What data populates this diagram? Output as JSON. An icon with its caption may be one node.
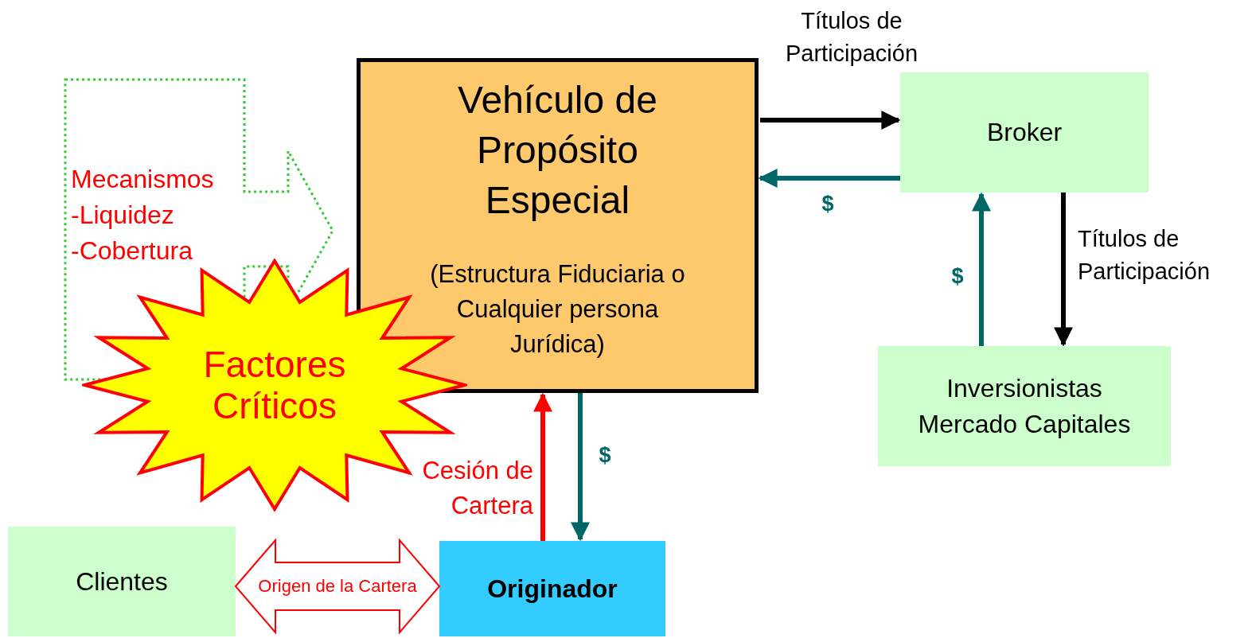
{
  "diagram": {
    "nodes": [
      {
        "text": [
          "Vehículo de Propósito Especial",
          "(Estructura Fiduciaria o Cualquier persona Jurídica)"
        ]
      },
      {
        "text": [
          "Broker"
        ]
      },
      {
        "text": [
          "Inversionistas Mercado Capitales"
        ]
      },
      {
        "text": [
          "Clientes"
        ]
      },
      {
        "text": [
          "Originador"
        ]
      },
      {
        "text": [
          "Mecanismos",
          "-Liquidez",
          "-Cobertura"
        ]
      },
      {
        "text": [
          "Factores Críticos"
        ]
      }
    ],
    "edges": [
      {
        "from": 0,
        "to": 1,
        "arrow": "to",
        "label": "Títulos de Participación",
        "color": "#000000"
      },
      {
        "from": 1,
        "to": 0,
        "arrow": "to",
        "label": "$"
      },
      {
        "from": 1,
        "to": 2,
        "arrow": "to",
        "label": "Títulos de Participación",
        "color": "#000000"
      },
      {
        "from": 2,
        "to": 1,
        "arrow": "to",
        "label": "$"
      },
      {
        "from": 4,
        "to": 0,
        "arrow": "to",
        "label": "Cesión de Cartera",
        "color": "#ff0000"
      },
      {
        "from": 0,
        "to": 4,
        "arrow": "to",
        "label": "$"
      },
      {
        "from": 3,
        "to": 4,
        "arrow": "both",
        "label": "Origen de la Cartera",
        "color": "#ff0000"
      }
    ]
  }
}
